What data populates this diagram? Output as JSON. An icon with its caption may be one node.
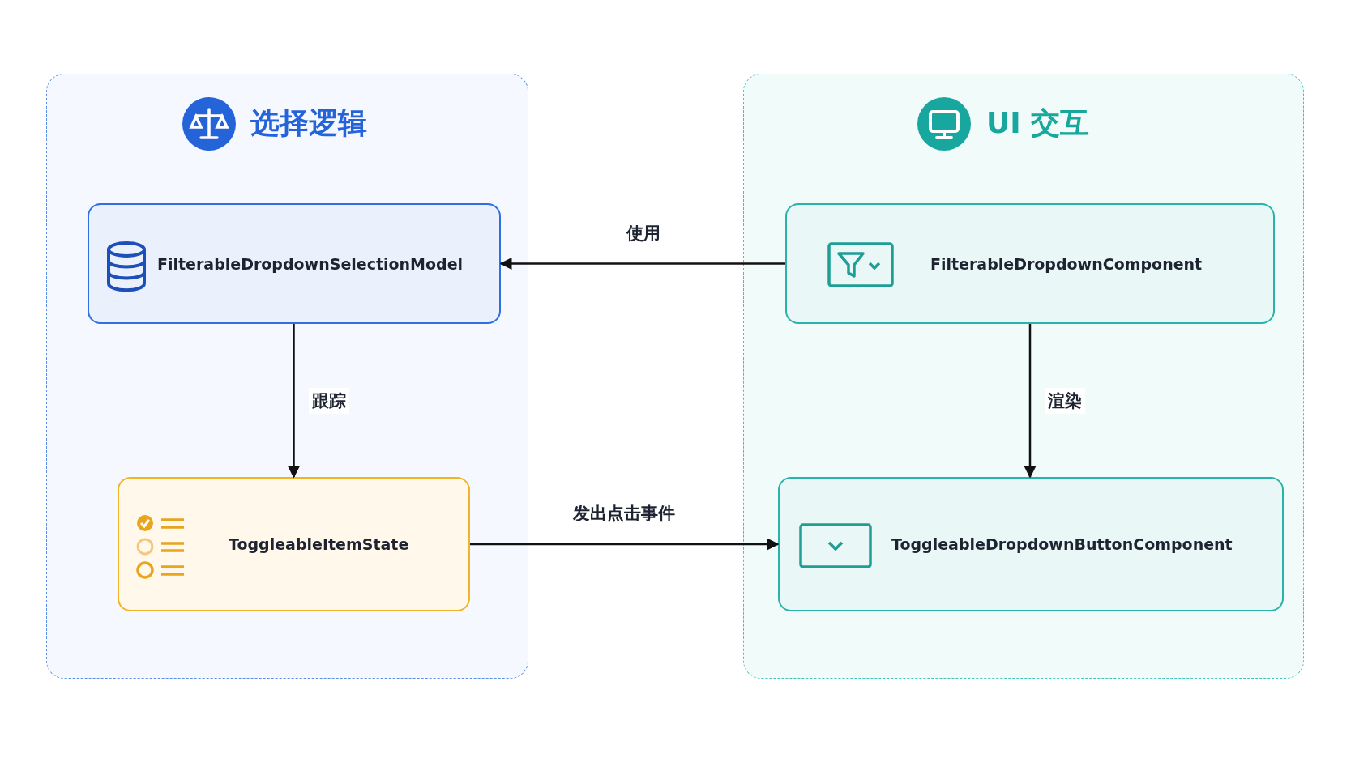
{
  "diagram": {
    "nodes": [
      {
        "text": [
          "选择逻辑"
        ]
      },
      {
        "text": [
          "FilterableDropdownSelectionModel"
        ],
        "in": 0
      },
      {
        "text": [
          "ToggleableItemState"
        ],
        "in": 0
      },
      {
        "text": [
          "UI 交互"
        ]
      },
      {
        "text": [
          "FilterableDropdownComponent"
        ],
        "in": 3
      },
      {
        "text": [
          "ToggleableDropdownButtonComponent"
        ],
        "in": 3
      }
    ],
    "edges": [
      {
        "from": 4,
        "to": 1,
        "arrow": "to",
        "label": "使用"
      },
      {
        "from": 1,
        "to": 2,
        "arrow": "to",
        "label": "跟踪"
      },
      {
        "from": 4,
        "to": 5,
        "arrow": "to",
        "label": "渲染"
      },
      {
        "from": 2,
        "to": 5,
        "arrow": "to",
        "label": "发出点击事件"
      }
    ]
  }
}
